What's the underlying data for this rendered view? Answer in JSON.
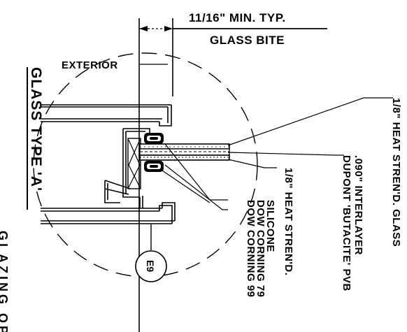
{
  "header": {
    "bite_dimension": "11/16\" MIN. TYP.",
    "bite_label": "GLASS BITE"
  },
  "labels": {
    "exterior": "EXTERIOR",
    "glass_type": "GLASS TYPE 'A'",
    "outer_lite": "1/8\" HEAT STREN'D. GLASS",
    "interlayer": ".090\" INTERLAYER",
    "pvb": "DUPONT 'BUTACITE' PVB",
    "inner_lite": "1/8\" HEAT STREN'D.",
    "silicone": "SILICONE",
    "dow1": "DOW CORNING 79",
    "dow2": "DOW CORNING 99",
    "bottom_cut": "GLAZING OPT"
  },
  "callout": {
    "tag": "E9"
  }
}
